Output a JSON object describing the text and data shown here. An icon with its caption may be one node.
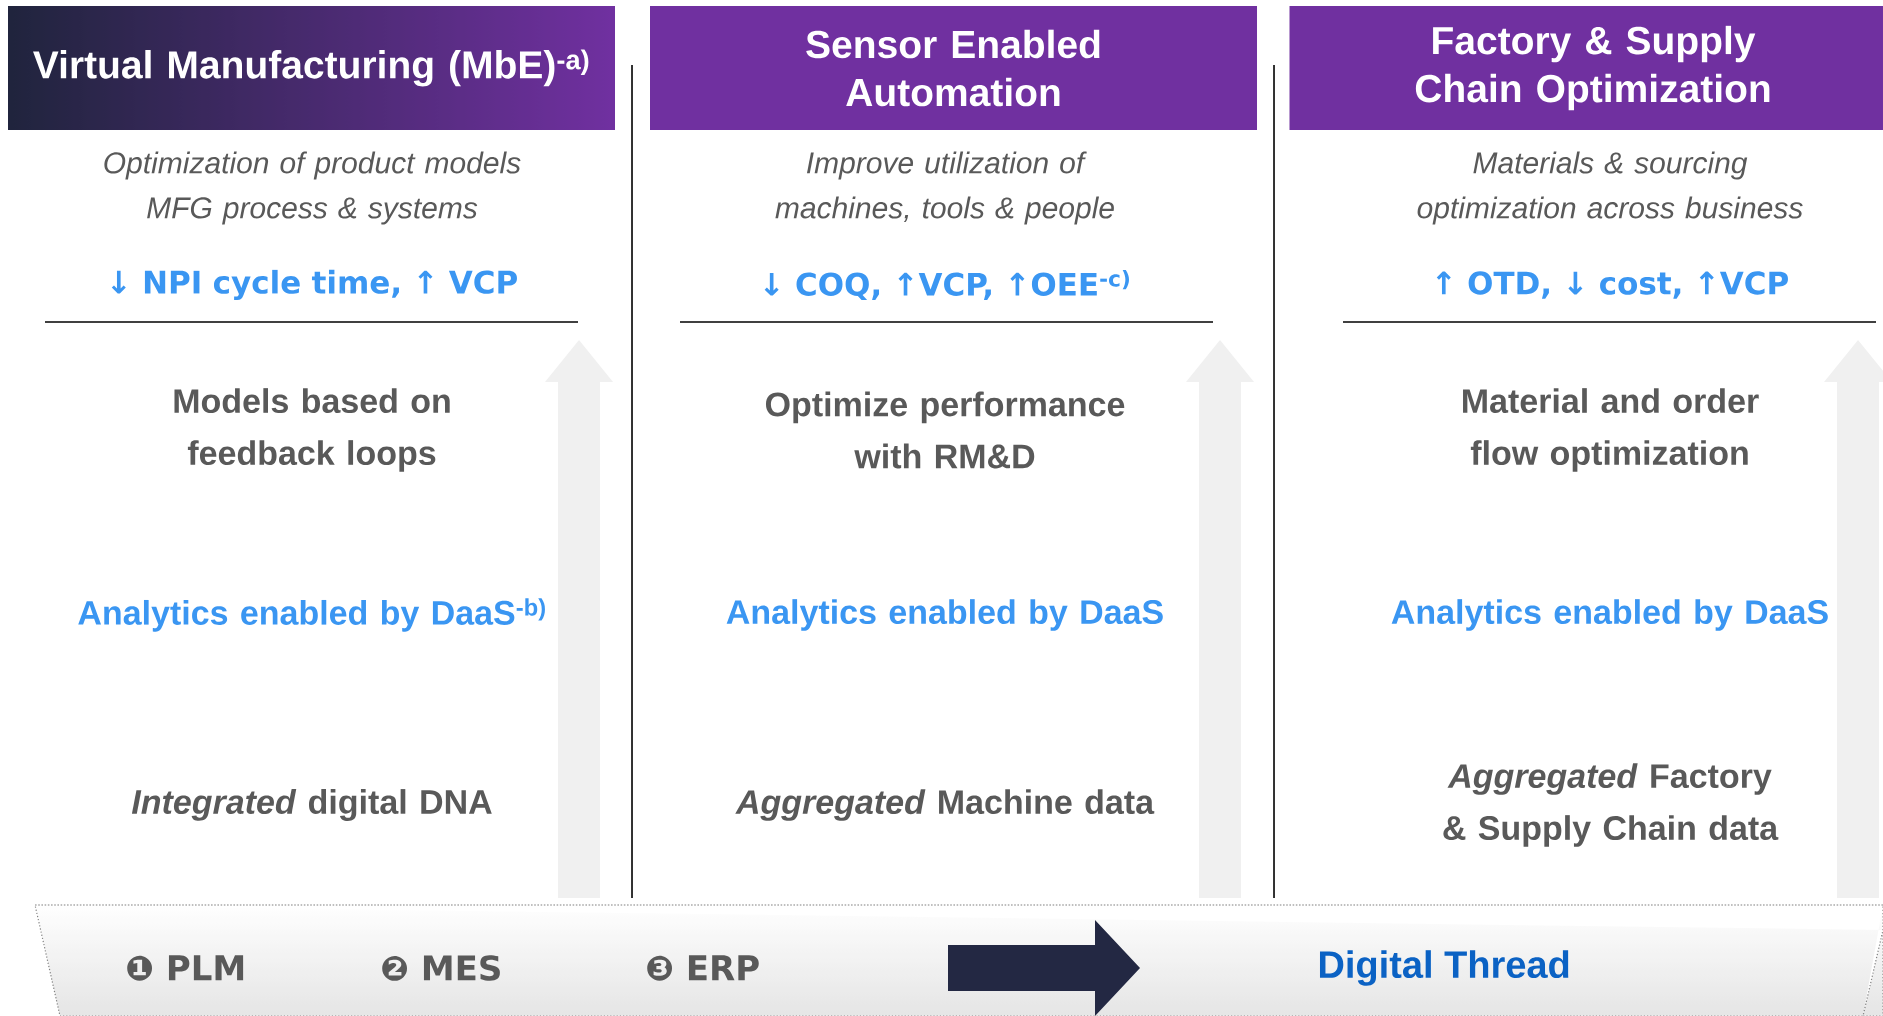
{
  "diagram": {
    "nodes": [
      {
        "text": [
          "Virtual Manufacturing (MbE)$^{-a)}$"
        ]
      },
      {
        "text": [
          "Sensor Enabled Automation"
        ]
      },
      {
        "text": [
          "Factory & Supply Chain Optimization"
        ]
      }
    ],
    "labels": [
      "Optimization of product models MFG process & systems",
      "↓ NPI cycle time, ↑ VCP",
      "Models based on feedback loops",
      "Analytics enabled by DaaS$^{-b)}$",
      "*Integrated* digital DNA",
      "Improve utilization of machines, tools & people",
      "↓ COQ, ↑VCP, ↑OEE$^{-c)}$",
      "Optimize performance with RM&D",
      "Analytics enabled by DaaS",
      "*Aggregated* Machine data",
      "Materials & sourcing optimization across business",
      "↑ OTD, ↓ cost, ↑VCP",
      "Material and order flow optimization",
      "Analytics enabled by DaaS",
      "*Aggregated* Factory & Supply Chain data",
      "❶ PLM",
      "❷ MES",
      "❸ ERP",
      "Digital Thread"
    ]
  }
}
